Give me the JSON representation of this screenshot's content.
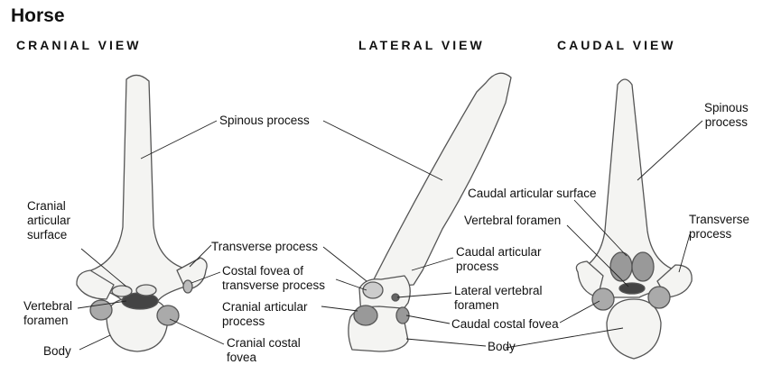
{
  "title": "Horse",
  "views": {
    "cranial": "CRANIAL VIEW",
    "lateral": "LATERAL VIEW",
    "caudal": "CAUDAL VIEW"
  },
  "labels": {
    "spinous_process": "Spinous process",
    "cranial_articular_surface": "Cranial\narticular\nsurface",
    "vertebral_foramen_left": "Vertebral\nforamen",
    "body_left": "Body",
    "transverse_process_mid": "Transverse process",
    "costal_fovea_transverse": "Costal fovea of\ntransverse process",
    "cranial_articular_process": "Cranial articular\nprocess",
    "cranial_costal_fovea": "Cranial costal\nfovea",
    "caudal_articular_process": "Caudal articular\nprocess",
    "lateral_vertebral_foramen": "Lateral vertebral\nforamen",
    "caudal_costal_fovea": "Caudal costal fovea",
    "body_mid": "Body",
    "spinous_process_right": "Spinous\nprocess",
    "caudal_articular_surface": "Caudal articular surface",
    "vertebral_foramen_right": "Vertebral foramen",
    "transverse_process_right": "Transverse\nprocess"
  }
}
